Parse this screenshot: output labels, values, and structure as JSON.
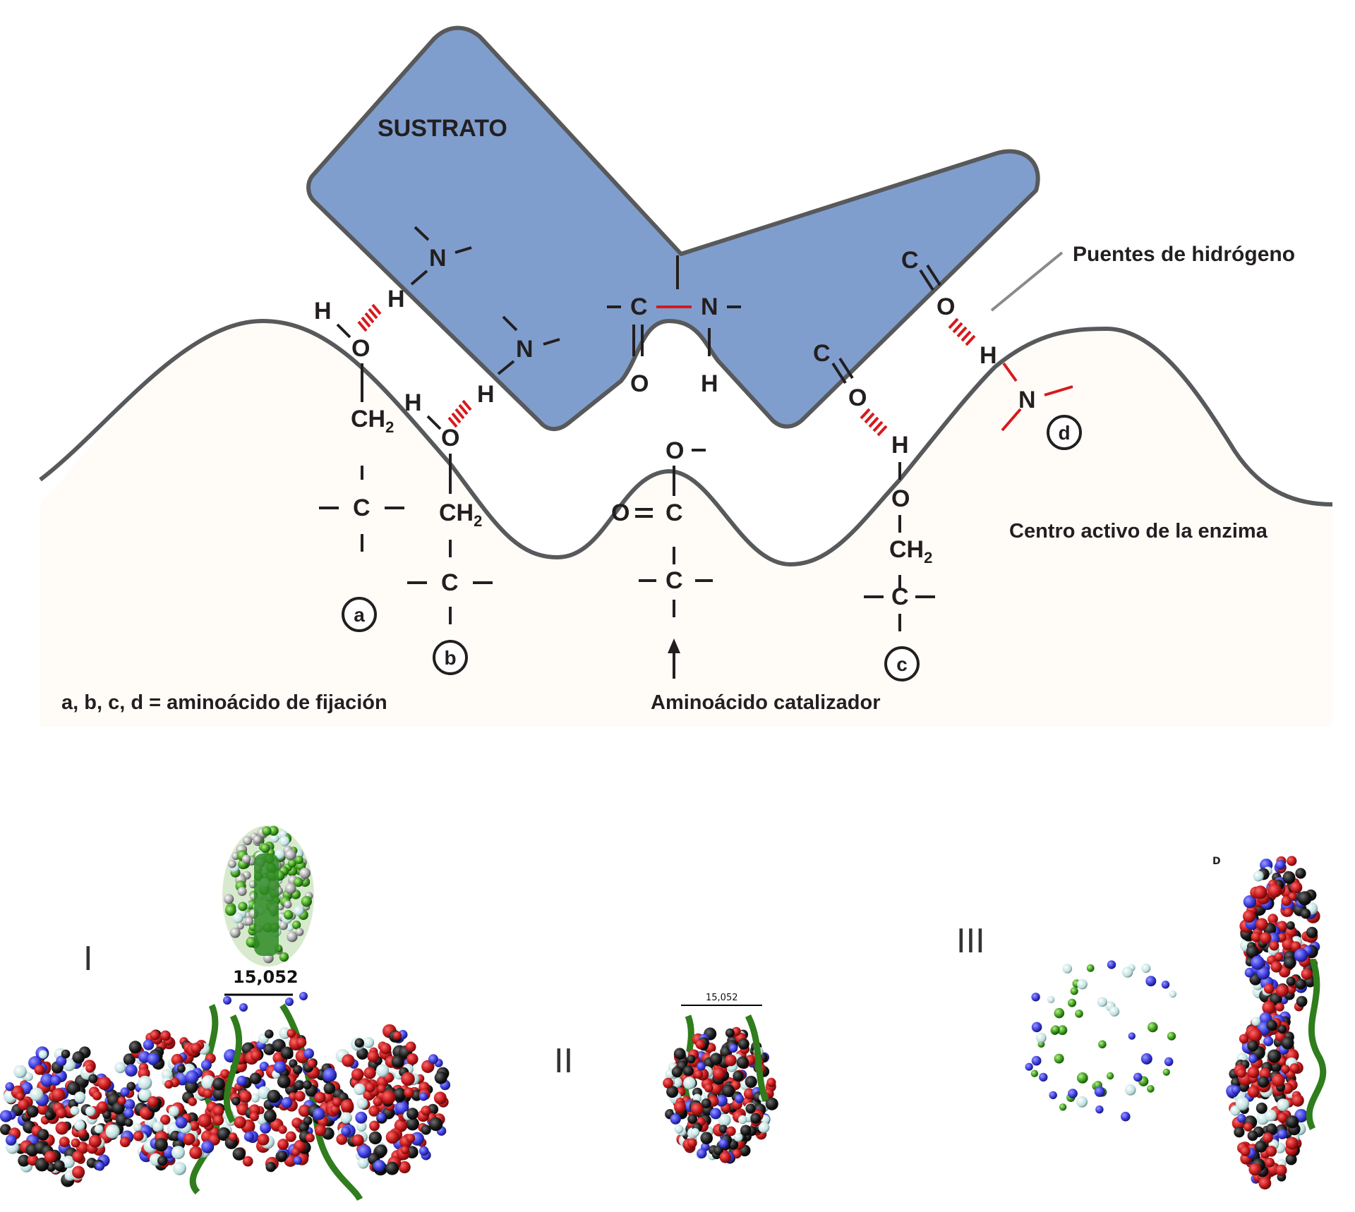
{
  "diagram": {
    "substrate_label": "SUSTRATO",
    "hydrogen_bonds_label": "Puentes de hidrógeno",
    "active_site_label": "Centro activo de la enzima",
    "binding_legend": "a, b, c, d = aminoácido de fijación",
    "catalytic_label": "Aminoácido catalizador",
    "residue_labels": [
      "a",
      "b",
      "c",
      "d"
    ]
  },
  "molecular_panels": [
    {
      "label": "I",
      "distance": "15,052"
    },
    {
      "label": "II",
      "distance": "15,052"
    },
    {
      "label": "III",
      "corner_letter": "D"
    }
  ],
  "colors": {
    "substrate_fill": "#809ecd",
    "outline": "#58595b",
    "hill_top": "#d35a29",
    "hill_mid": "#f0a645",
    "hill_bottom": "#fffaf4",
    "hydrogen_bond": "#d7191c",
    "atom_oxygen": "#c0181a",
    "atom_nitrogen": "#3a3adf",
    "atom_carbon": "#1b1b1b",
    "helix": "#2f7d1c"
  }
}
